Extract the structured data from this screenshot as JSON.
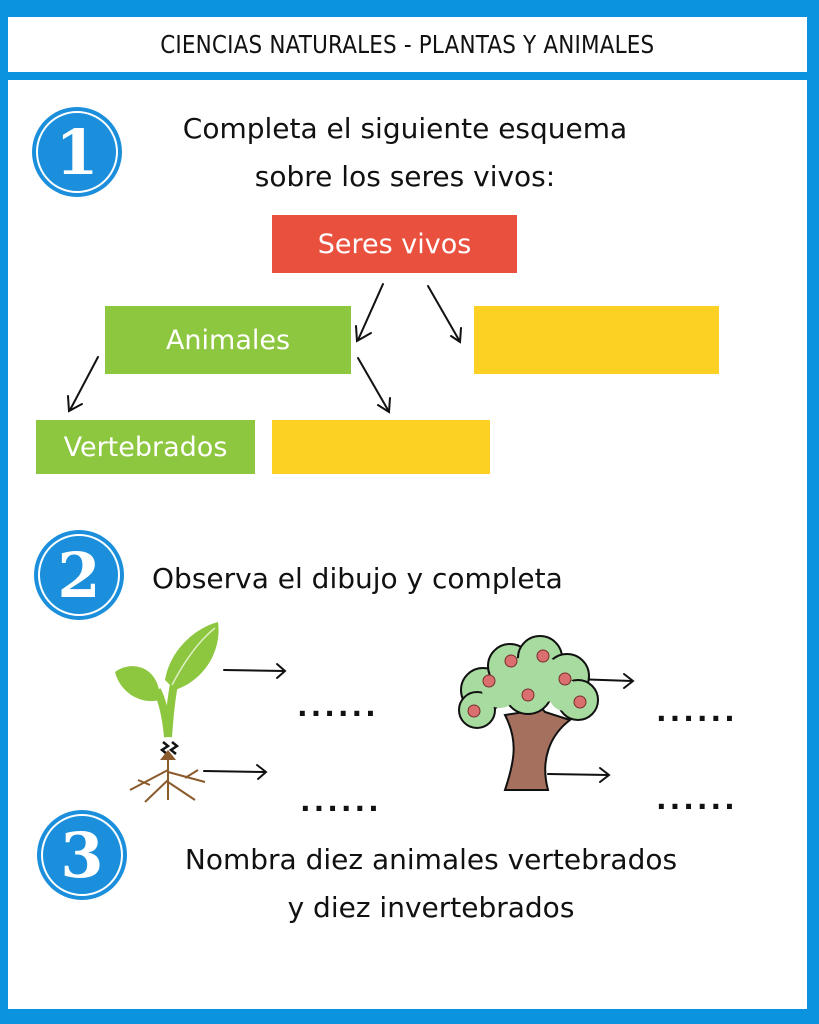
{
  "header": {
    "title": "CIENCIAS NATURALES - PLANTAS Y ANIMALES"
  },
  "colors": {
    "frame": "#0b93e0",
    "badge": "#1b8fdc",
    "root_box": "#e9513e",
    "green_box": "#8dc63f",
    "blank_box": "#fcd124"
  },
  "section1": {
    "number": "1",
    "instruction_line1": "Completa el siguiente esquema",
    "instruction_line2": "sobre los seres vivos:",
    "diagram": {
      "root": "Seres vivos",
      "level1_left": "Animales",
      "level1_right": "",
      "level2_left": "Vertebrados",
      "level2_right": ""
    }
  },
  "section2": {
    "number": "2",
    "instruction": "Observa el dibujo y completa",
    "items": [
      {
        "image": "plant-sprout-with-roots",
        "blanks": [
          "......",
          "......"
        ]
      },
      {
        "image": "apple-tree",
        "blanks": [
          "......",
          "......"
        ]
      }
    ]
  },
  "section3": {
    "number": "3",
    "instruction_line1": "Nombra diez animales vertebrados",
    "instruction_line2": "y diez invertebrados"
  }
}
